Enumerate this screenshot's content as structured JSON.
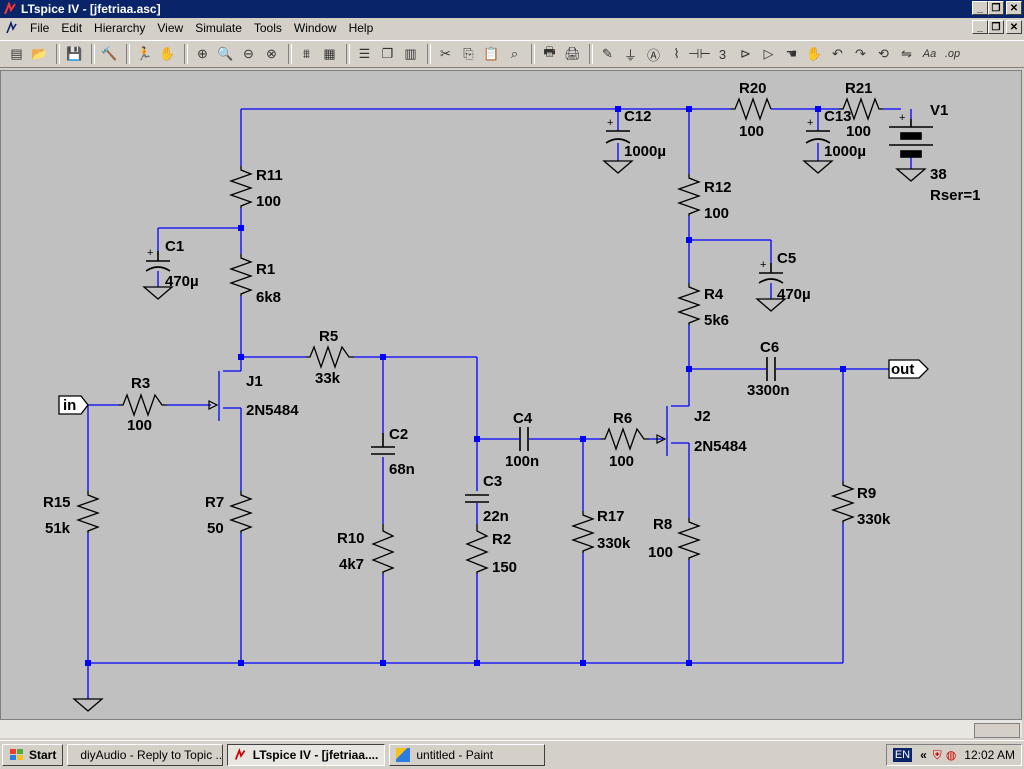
{
  "window": {
    "title": "LTspice IV - [jfetriaa.asc]"
  },
  "menu": [
    {
      "label": "File",
      "u": "F"
    },
    {
      "label": "Edit",
      "u": "E"
    },
    {
      "label": "Hierarchy",
      "u": "i"
    },
    {
      "label": "View",
      "u": "V"
    },
    {
      "label": "Simulate",
      "u": "S"
    },
    {
      "label": "Tools",
      "u": "T"
    },
    {
      "label": "Window",
      "u": "W"
    },
    {
      "label": "Help",
      "u": "H"
    }
  ],
  "toolbar_icons": [
    "new-schematic-icon",
    "open-icon",
    "|",
    "save-icon",
    "|",
    "control-panel-icon",
    "|",
    "run-icon",
    "halt-icon",
    "|",
    "zoom-in-icon",
    "pan-icon",
    "zoom-out-icon",
    "zoom-fit-icon",
    "|",
    "plot-settings-icon",
    "plot-grid-icon",
    "|",
    "tile-horizontal-icon",
    "cascade-icon",
    "tile-vertical-icon",
    "|",
    "cut-icon",
    "copy-icon",
    "paste-icon",
    "find-icon",
    "|",
    "print-setup-icon",
    "print-icon",
    "|",
    "wire-icon",
    "ground-icon",
    "label-net-icon",
    "resistor-icon",
    "capacitor-icon",
    "inductor-icon",
    "diode-icon",
    "component-icon",
    "move-icon",
    "drag-icon",
    "undo-icon",
    "redo-icon",
    "rotate-icon",
    "mirror-icon",
    "text-icon",
    "spice-directive-icon"
  ],
  "schematic": {
    "components": [
      {
        "id": "R20",
        "ref": "R20",
        "value": "100"
      },
      {
        "id": "R21",
        "ref": "R21",
        "value": "100"
      },
      {
        "id": "V1",
        "ref": "V1",
        "value": "38",
        "extra": "Rser=1"
      },
      {
        "id": "C12",
        "ref": "C12",
        "value": "1000µ"
      },
      {
        "id": "C13",
        "ref": "C13",
        "value": "1000µ"
      },
      {
        "id": "R11",
        "ref": "R11",
        "value": "100"
      },
      {
        "id": "R12",
        "ref": "R12",
        "value": "100"
      },
      {
        "id": "C1",
        "ref": "C1",
        "value": "470µ"
      },
      {
        "id": "R1",
        "ref": "R1",
        "value": "6k8"
      },
      {
        "id": "C5",
        "ref": "C5",
        "value": "470µ"
      },
      {
        "id": "R4",
        "ref": "R4",
        "value": "5k6"
      },
      {
        "id": "R5",
        "ref": "R5",
        "value": "33k"
      },
      {
        "id": "C6",
        "ref": "C6",
        "value": "3300n"
      },
      {
        "id": "J1",
        "ref": "J1",
        "value": "2N5484"
      },
      {
        "id": "R3",
        "ref": "R3",
        "value": "100"
      },
      {
        "id": "C2",
        "ref": "C2",
        "value": "68n"
      },
      {
        "id": "C4",
        "ref": "C4",
        "value": "100n"
      },
      {
        "id": "R6",
        "ref": "R6",
        "value": "100"
      },
      {
        "id": "J2",
        "ref": "J2",
        "value": "2N5484"
      },
      {
        "id": "C3",
        "ref": "C3",
        "value": "22n"
      },
      {
        "id": "R15",
        "ref": "R15",
        "value": "51k"
      },
      {
        "id": "R7",
        "ref": "R7",
        "value": "50"
      },
      {
        "id": "R10",
        "ref": "R10",
        "value": "4k7"
      },
      {
        "id": "R2",
        "ref": "R2",
        "value": "150"
      },
      {
        "id": "R17",
        "ref": "R17",
        "value": "330k"
      },
      {
        "id": "R8",
        "ref": "R8",
        "value": "100"
      },
      {
        "id": "R9",
        "ref": "R9",
        "value": "330k"
      }
    ],
    "ports": {
      "in": "in",
      "out": "out"
    }
  },
  "taskbar": {
    "start": "Start",
    "tasks": [
      {
        "label": "diyAudio - Reply to Topic ...",
        "icon": "firefox-icon"
      },
      {
        "label": "LTspice IV - [jfetriaa....",
        "icon": "ltspice-icon",
        "active": true
      },
      {
        "label": "untitled - Paint",
        "icon": "paint-icon"
      }
    ],
    "tray": {
      "lang": "EN",
      "chevron": "«",
      "time": "12:02 AM"
    }
  }
}
